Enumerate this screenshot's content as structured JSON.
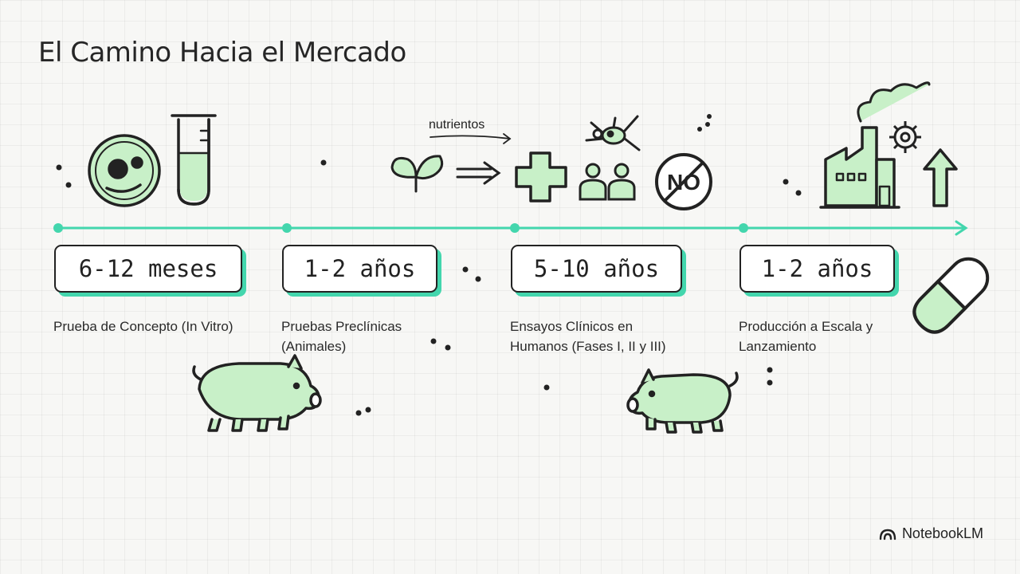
{
  "title": "El Camino Hacia el Mercado",
  "annotation": "nutrientos",
  "phases": [
    {
      "duration": "6-12 meses",
      "label": [
        "Prueba de Concepto (In Vitro)"
      ]
    },
    {
      "duration": "1-2 años",
      "label": [
        "Pruebas Preclínicas",
        "(Animales)"
      ]
    },
    {
      "duration": "5-10 años",
      "label": [
        "Ensayos Clínicos en",
        "Humanos (Fases I, II y III)"
      ]
    },
    {
      "duration": "1-2 años",
      "label": [
        "Producción a Escala y",
        "Lanzamiento"
      ]
    }
  ],
  "no_sign_text": "NO",
  "brand": "NotebookLM",
  "colors": {
    "accent": "#43d6ad",
    "fill": "#c8f0c8",
    "ink": "#222222"
  },
  "icons": [
    "petri-dish-icon",
    "test-tube-icon",
    "pig-icon",
    "sprout-icon",
    "medical-cross-icon",
    "microbe-icon",
    "people-icon",
    "no-sign-icon",
    "factory-icon",
    "gear-icon",
    "up-arrow-icon",
    "pill-icon"
  ]
}
